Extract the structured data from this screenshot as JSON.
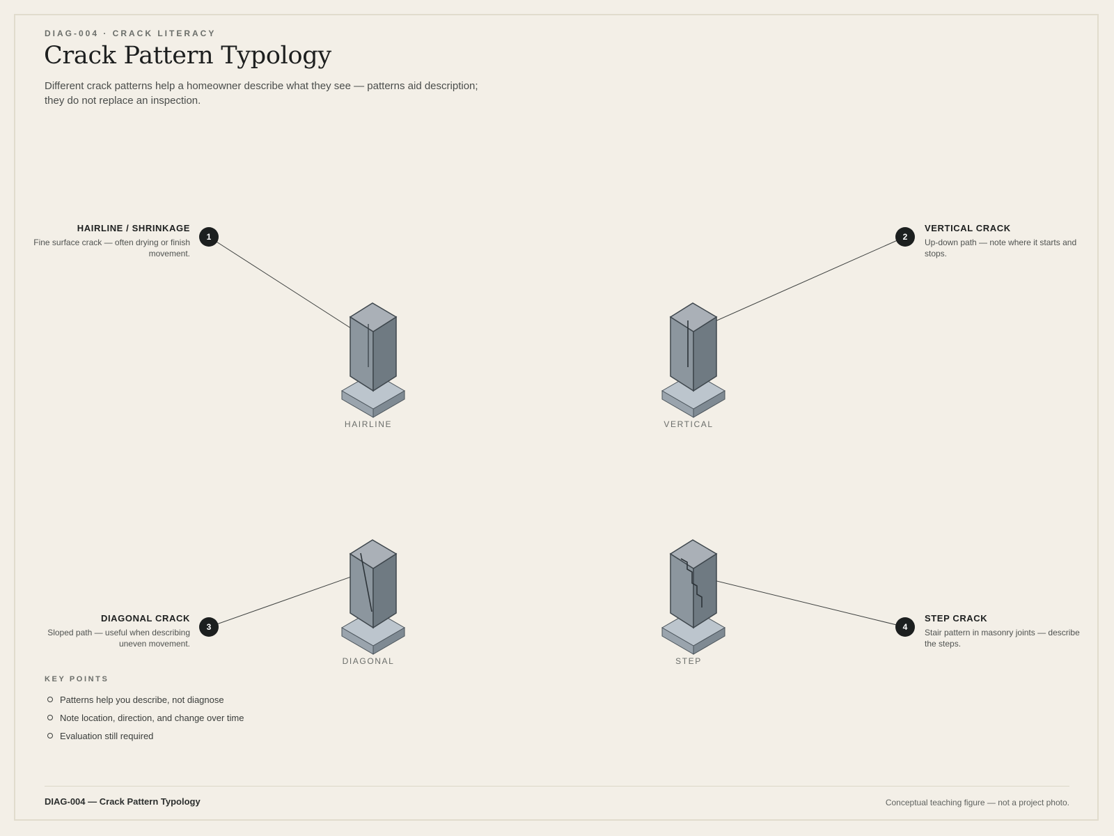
{
  "header": {
    "eyebrow": "DIAG-004 · CRACK LITERACY",
    "title": "Crack Pattern Typology",
    "subtitle": "Different crack patterns help a homeowner describe what they see — patterns aid description; they do not replace an inspection."
  },
  "callouts": [
    {
      "number": "1",
      "title": "HAIRLINE / SHRINKAGE",
      "description": "Fine surface crack — often drying or finish movement."
    },
    {
      "number": "2",
      "title": "VERTICAL CRACK",
      "description": "Up-down path — note where it starts and stops."
    },
    {
      "number": "3",
      "title": "DIAGONAL CRACK",
      "description": "Sloped path — useful when describing uneven movement."
    },
    {
      "number": "4",
      "title": "STEP CRACK",
      "description": "Stair pattern in masonry joints — describe the steps."
    }
  ],
  "objects": [
    {
      "label": "HAIRLINE",
      "crack_type": "hairline"
    },
    {
      "label": "VERTICAL",
      "crack_type": "vertical"
    },
    {
      "label": "DIAGONAL",
      "crack_type": "diagonal"
    },
    {
      "label": "STEP",
      "crack_type": "step"
    }
  ],
  "key_points": {
    "title": "KEY POINTS",
    "items": [
      "Patterns help you describe, not diagnose",
      "Note location, direction, and change over time",
      "Evaluation still required"
    ]
  },
  "footer": {
    "left": "DIAG-004 — Crack Pattern Typology",
    "right": "Conceptual teaching figure — not a project photo."
  },
  "colors": {
    "background": "#f3efe7",
    "ink": "#1c1f1f",
    "column_top": "#aab0b7",
    "column_front": "#8c969e",
    "column_side": "#6f7a82",
    "base": "#b8c1c9"
  }
}
